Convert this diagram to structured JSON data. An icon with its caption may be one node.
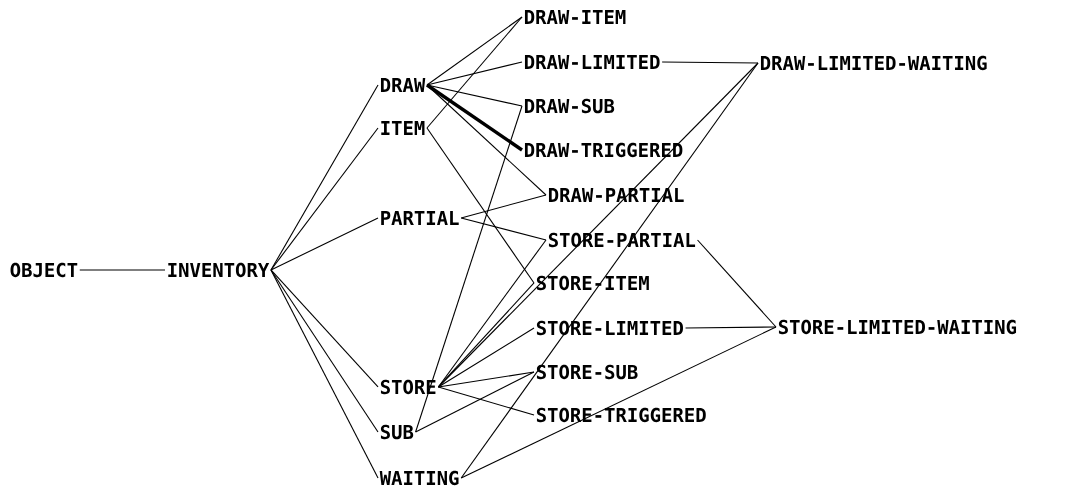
{
  "diagram": {
    "nodes": [
      {
        "text": [
          "OBJECT"
        ]
      },
      {
        "text": [
          "INVENTORY"
        ]
      },
      {
        "text": [
          "DRAW"
        ]
      },
      {
        "text": [
          "ITEM"
        ]
      },
      {
        "text": [
          "PARTIAL"
        ]
      },
      {
        "text": [
          "STORE"
        ]
      },
      {
        "text": [
          "SUB"
        ]
      },
      {
        "text": [
          "WAITING"
        ]
      },
      {
        "text": [
          "DRAW-ITEM"
        ]
      },
      {
        "text": [
          "DRAW-LIMITED"
        ]
      },
      {
        "text": [
          "DRAW-SUB"
        ]
      },
      {
        "text": [
          "DRAW-TRIGGERED"
        ]
      },
      {
        "text": [
          "DRAW-PARTIAL"
        ]
      },
      {
        "text": [
          "STORE-PARTIAL"
        ]
      },
      {
        "text": [
          "STORE-ITEM"
        ]
      },
      {
        "text": [
          "STORE-LIMITED"
        ]
      },
      {
        "text": [
          "STORE-SUB"
        ]
      },
      {
        "text": [
          "STORE-TRIGGERED"
        ]
      },
      {
        "text": [
          "DRAW-LIMITED-WAITING"
        ]
      },
      {
        "text": [
          "STORE-LIMITED-WAITING"
        ]
      }
    ],
    "edges": [
      {
        "from": 0,
        "to": 1,
        "arrow": "none"
      },
      {
        "from": 1,
        "to": 2,
        "arrow": "none"
      },
      {
        "from": 1,
        "to": 3,
        "arrow": "none"
      },
      {
        "from": 1,
        "to": 4,
        "arrow": "none"
      },
      {
        "from": 1,
        "to": 5,
        "arrow": "none"
      },
      {
        "from": 1,
        "to": 6,
        "arrow": "none"
      },
      {
        "from": 1,
        "to": 7,
        "arrow": "none"
      },
      {
        "from": 2,
        "to": 8,
        "arrow": "none"
      },
      {
        "from": 3,
        "to": 8,
        "arrow": "none"
      },
      {
        "from": 2,
        "to": 9,
        "arrow": "none"
      },
      {
        "from": 2,
        "to": 10,
        "arrow": "none"
      },
      {
        "from": 6,
        "to": 10,
        "arrow": "none"
      },
      {
        "from": 2,
        "to": 11,
        "arrow": "none",
        "style": "thick"
      },
      {
        "from": 2,
        "to": 12,
        "arrow": "none"
      },
      {
        "from": 4,
        "to": 12,
        "arrow": "none"
      },
      {
        "from": 4,
        "to": 13,
        "arrow": "none"
      },
      {
        "from": 5,
        "to": 13,
        "arrow": "none"
      },
      {
        "from": 3,
        "to": 14,
        "arrow": "none"
      },
      {
        "from": 5,
        "to": 14,
        "arrow": "none"
      },
      {
        "from": 5,
        "to": 15,
        "arrow": "none"
      },
      {
        "from": 5,
        "to": 16,
        "arrow": "none"
      },
      {
        "from": 6,
        "to": 16,
        "arrow": "none"
      },
      {
        "from": 5,
        "to": 17,
        "arrow": "none"
      },
      {
        "from": 9,
        "to": 18,
        "arrow": "none"
      },
      {
        "from": 5,
        "to": 18,
        "arrow": "none"
      },
      {
        "from": 7,
        "to": 18,
        "arrow": "none"
      },
      {
        "from": 15,
        "to": 19,
        "arrow": "none"
      },
      {
        "from": 13,
        "to": 19,
        "arrow": "none"
      },
      {
        "from": 7,
        "to": 19,
        "arrow": "none"
      }
    ]
  }
}
